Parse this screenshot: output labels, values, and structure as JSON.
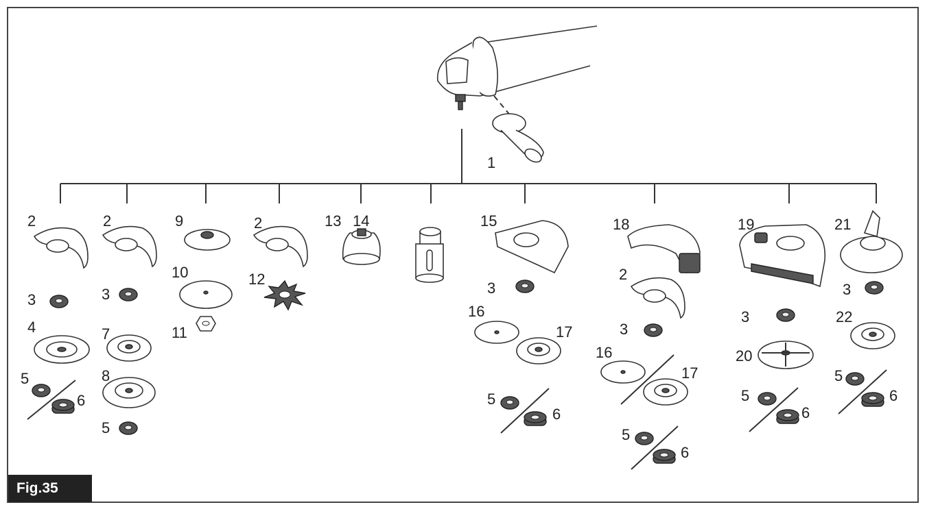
{
  "figure": {
    "label": "Fig.35",
    "numbers": {
      "n_1": "1",
      "c1_2": "2",
      "c1_3": "3",
      "c1_4": "4",
      "c1_5": "5",
      "c1_6": "6",
      "c2_2": "2",
      "c2_3": "3",
      "c2_7": "7",
      "c2_8": "8",
      "c2_5": "5",
      "c3_9": "9",
      "c3_10": "10",
      "c3_11": "11",
      "c4_2": "2",
      "c4_12": "12",
      "c5_13": "13",
      "c5_14": "14",
      "c7_15": "15",
      "c7_3": "3",
      "c7_16": "16",
      "c7_17": "17",
      "c7_5": "5",
      "c7_6": "6",
      "c8_18": "18",
      "c8_2": "2",
      "c8_3": "3",
      "c8_16": "16",
      "c8_17": "17",
      "c8_5": "5",
      "c8_6": "6",
      "c9_19": "19",
      "c9_3": "3",
      "c9_20": "20",
      "c9_5": "5",
      "c9_6": "6",
      "c10_21": "21",
      "c10_3": "3",
      "c10_22": "22",
      "c10_5": "5",
      "c10_6": "6"
    },
    "colors": {
      "line": "#333333",
      "label_bg": "#222222",
      "label_text": "#ffffff"
    }
  }
}
